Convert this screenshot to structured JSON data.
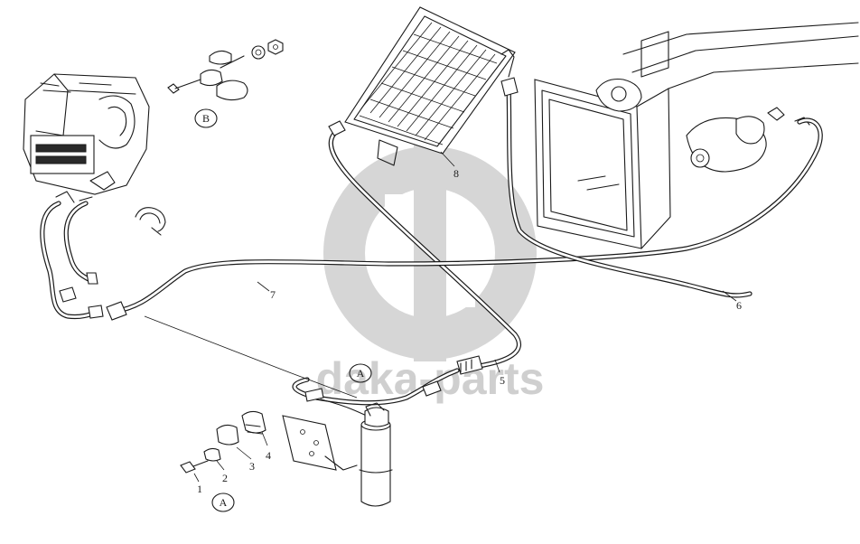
{
  "watermark": {
    "text": "daka-parts",
    "color": "#cfcfcf"
  },
  "callouts": [
    {
      "id": "c1",
      "label": "1"
    },
    {
      "id": "c2",
      "label": "2"
    },
    {
      "id": "c3",
      "label": "3"
    },
    {
      "id": "c4",
      "label": "4"
    },
    {
      "id": "c5",
      "label": "5"
    },
    {
      "id": "c6",
      "label": "6"
    },
    {
      "id": "c7",
      "label": "7"
    },
    {
      "id": "c8",
      "label": "8"
    }
  ],
  "view_markers": [
    {
      "id": "mA1",
      "label": "A"
    },
    {
      "id": "mA2",
      "label": "A"
    },
    {
      "id": "mB",
      "label": "B"
    }
  ],
  "colors": {
    "ink": "#1a1a1a",
    "background": "#ffffff",
    "watermark": "#cfcfcf"
  }
}
